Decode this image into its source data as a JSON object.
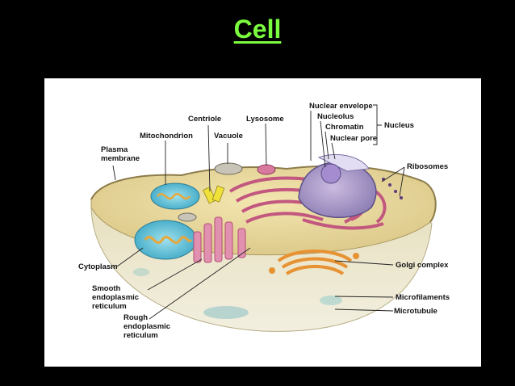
{
  "slide": {
    "title": "Cell",
    "title_color": "#7CFC3F",
    "background": "#000000"
  },
  "diagram": {
    "labels": {
      "centriole": "Centriole",
      "lysosome": "Lysosome",
      "nuclear_envelope": "Nuclear envelope",
      "nucleolus": "Nucleolus",
      "chromatin": "Chromatin",
      "nuclear_pore": "Nuclear pore",
      "nucleus": "Nucleus",
      "mitochondrion": "Mitochondrion",
      "vacuole": "Vacuole",
      "plasma_membrane_1": "Plasma",
      "plasma_membrane_2": "membrane",
      "ribosomes": "Ribosomes",
      "cytoplasm": "Cytoplasm",
      "golgi_complex": "Golgi complex",
      "smooth_er_1": "Smooth",
      "smooth_er_2": "endoplasmic",
      "smooth_er_3": "reticulum",
      "microfilaments": "Microfilaments",
      "microtubule": "Microtubule",
      "rough_er_1": "Rough",
      "rough_er_2": "endoplasmic",
      "rough_er_3": "reticulum"
    }
  }
}
